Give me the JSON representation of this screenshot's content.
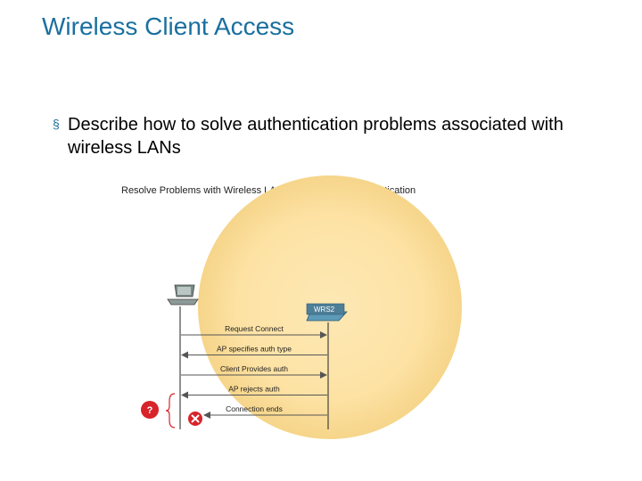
{
  "slide": {
    "title": "Wireless Client Access",
    "bullet_marker": "§",
    "bullet": "Describe how to solve authentication problems associated with wireless LANs"
  },
  "diagram": {
    "heading": "Resolve Problems with Wireless LAN Encryption and Authentication",
    "router_label": "WRS2",
    "error_badge": "?",
    "messages": [
      {
        "label": "Request Connect",
        "direction": "to-ap"
      },
      {
        "label": "AP specifies auth type",
        "direction": "to-client"
      },
      {
        "label": "Client Provides auth",
        "direction": "to-ap"
      },
      {
        "label": "AP rejects auth",
        "direction": "to-client"
      },
      {
        "label": "Connection ends",
        "direction": "to-client"
      }
    ],
    "colors": {
      "coverage_fill": "#fde2a4",
      "error_red": "#d8232a",
      "title_blue": "#1a6f9f"
    }
  }
}
